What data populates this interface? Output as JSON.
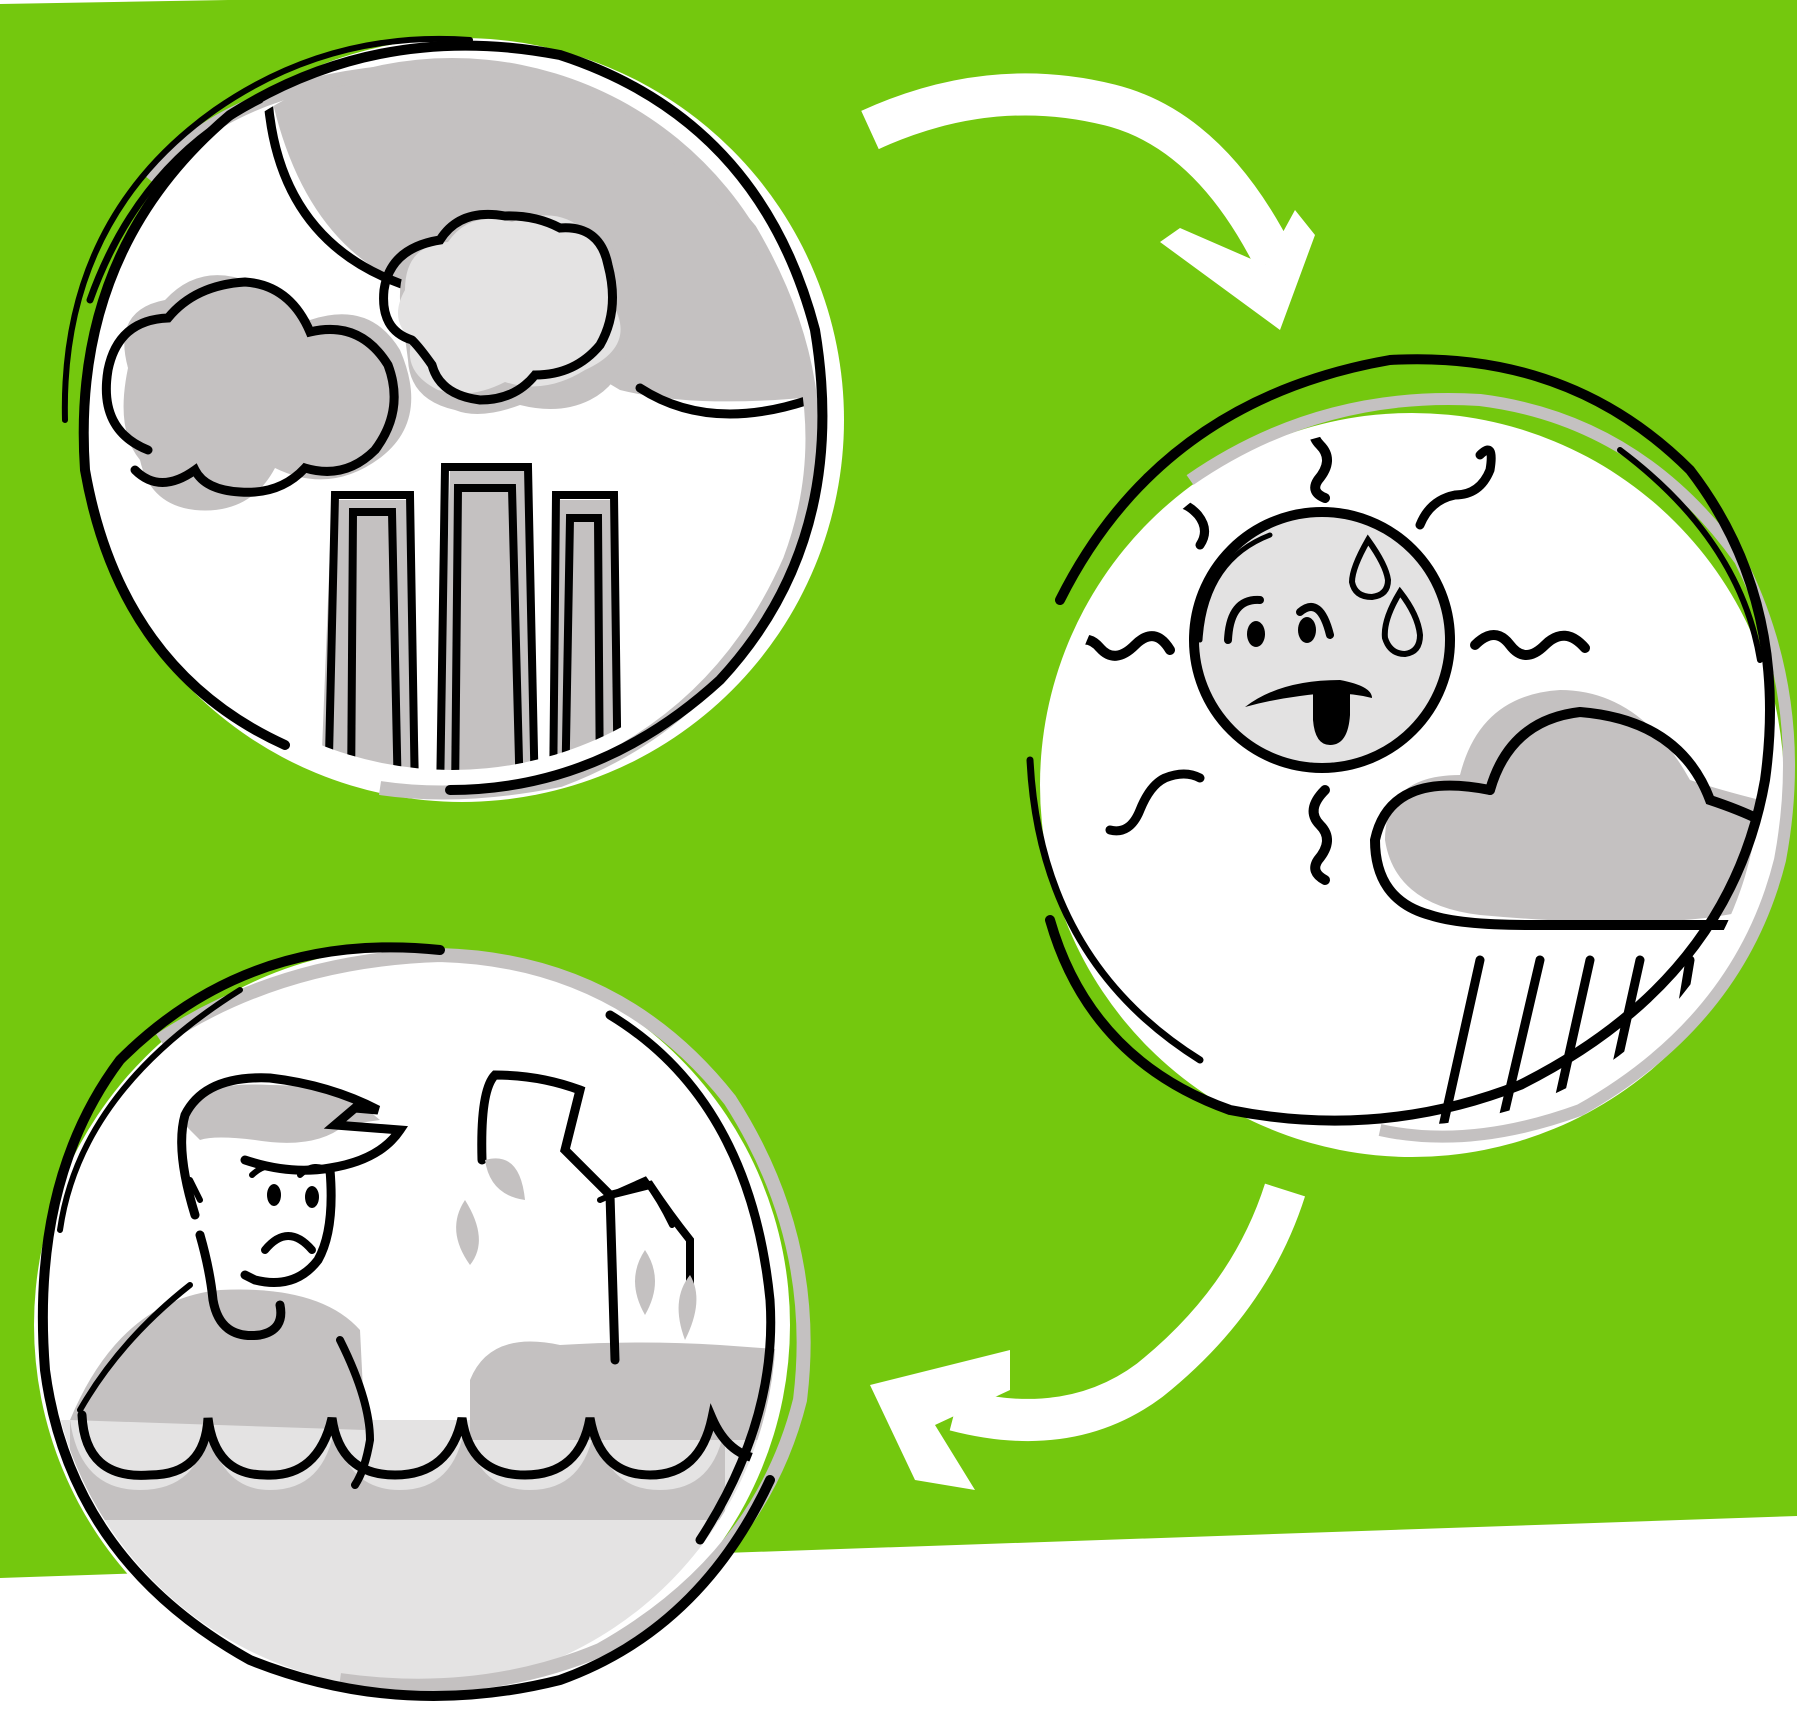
{
  "title": "",
  "colors": {
    "background_green": "#74C80E",
    "background_white": "#FFFFFF",
    "outline": "#000000",
    "shadow_gray": "#C4C1C1",
    "light_gray": "#E4E3E3",
    "arrow": "#FFFFFF"
  },
  "panels": [
    {
      "id": "factory",
      "icon": "factory-smoke-icon"
    },
    {
      "id": "weather",
      "icon": "hot-sun-and-rain-cloud-icon"
    },
    {
      "id": "flood",
      "icon": "flooded-person-and-building-icon"
    }
  ],
  "arrows": [
    {
      "from": "factory",
      "to": "weather",
      "icon": "curved-arrow-icon"
    },
    {
      "from": "weather",
      "to": "flood",
      "icon": "curved-arrow-icon"
    }
  ]
}
